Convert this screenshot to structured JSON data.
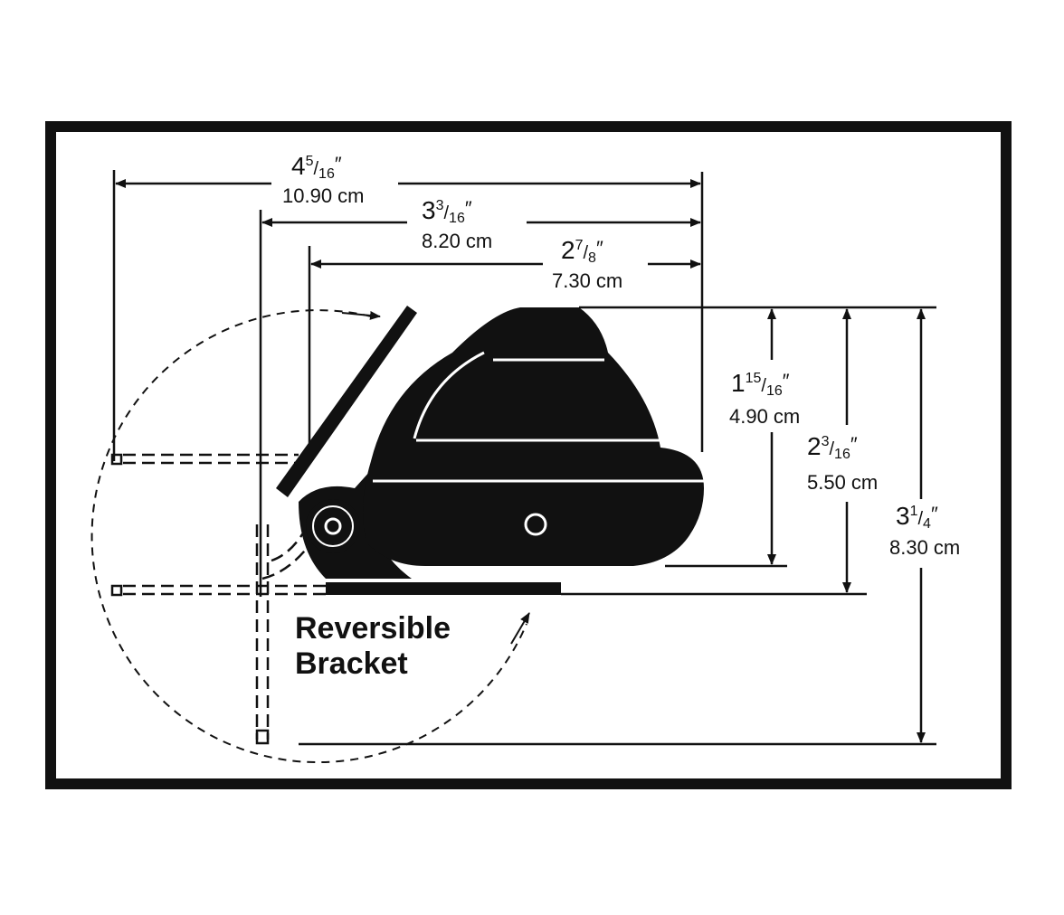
{
  "colors": {
    "ink": "#111111",
    "paper": "#ffffff"
  },
  "dimensions": {
    "overall_width": {
      "whole": "4",
      "num": "5",
      "den": "16",
      "inch": "″",
      "metric": "10.90 cm"
    },
    "bracket_width": {
      "whole": "3",
      "num": "3",
      "den": "16",
      "inch": "″",
      "metric": "8.20 cm"
    },
    "compass_width": {
      "whole": "2",
      "num": "7",
      "den": "8",
      "inch": "″",
      "metric": "7.30 cm"
    },
    "compass_height": {
      "whole": "1",
      "num": "15",
      "den": "16",
      "inch": "″",
      "metric": "4.90 cm"
    },
    "bracket_height": {
      "whole": "2",
      "num": "3",
      "den": "16",
      "inch": "″",
      "metric": "5.50 cm"
    },
    "overall_height": {
      "whole": "3",
      "num": "1",
      "den": "4",
      "inch": "″",
      "metric": "8.30 cm"
    }
  },
  "label": {
    "line1": "Reversible",
    "line2": "Bracket"
  }
}
